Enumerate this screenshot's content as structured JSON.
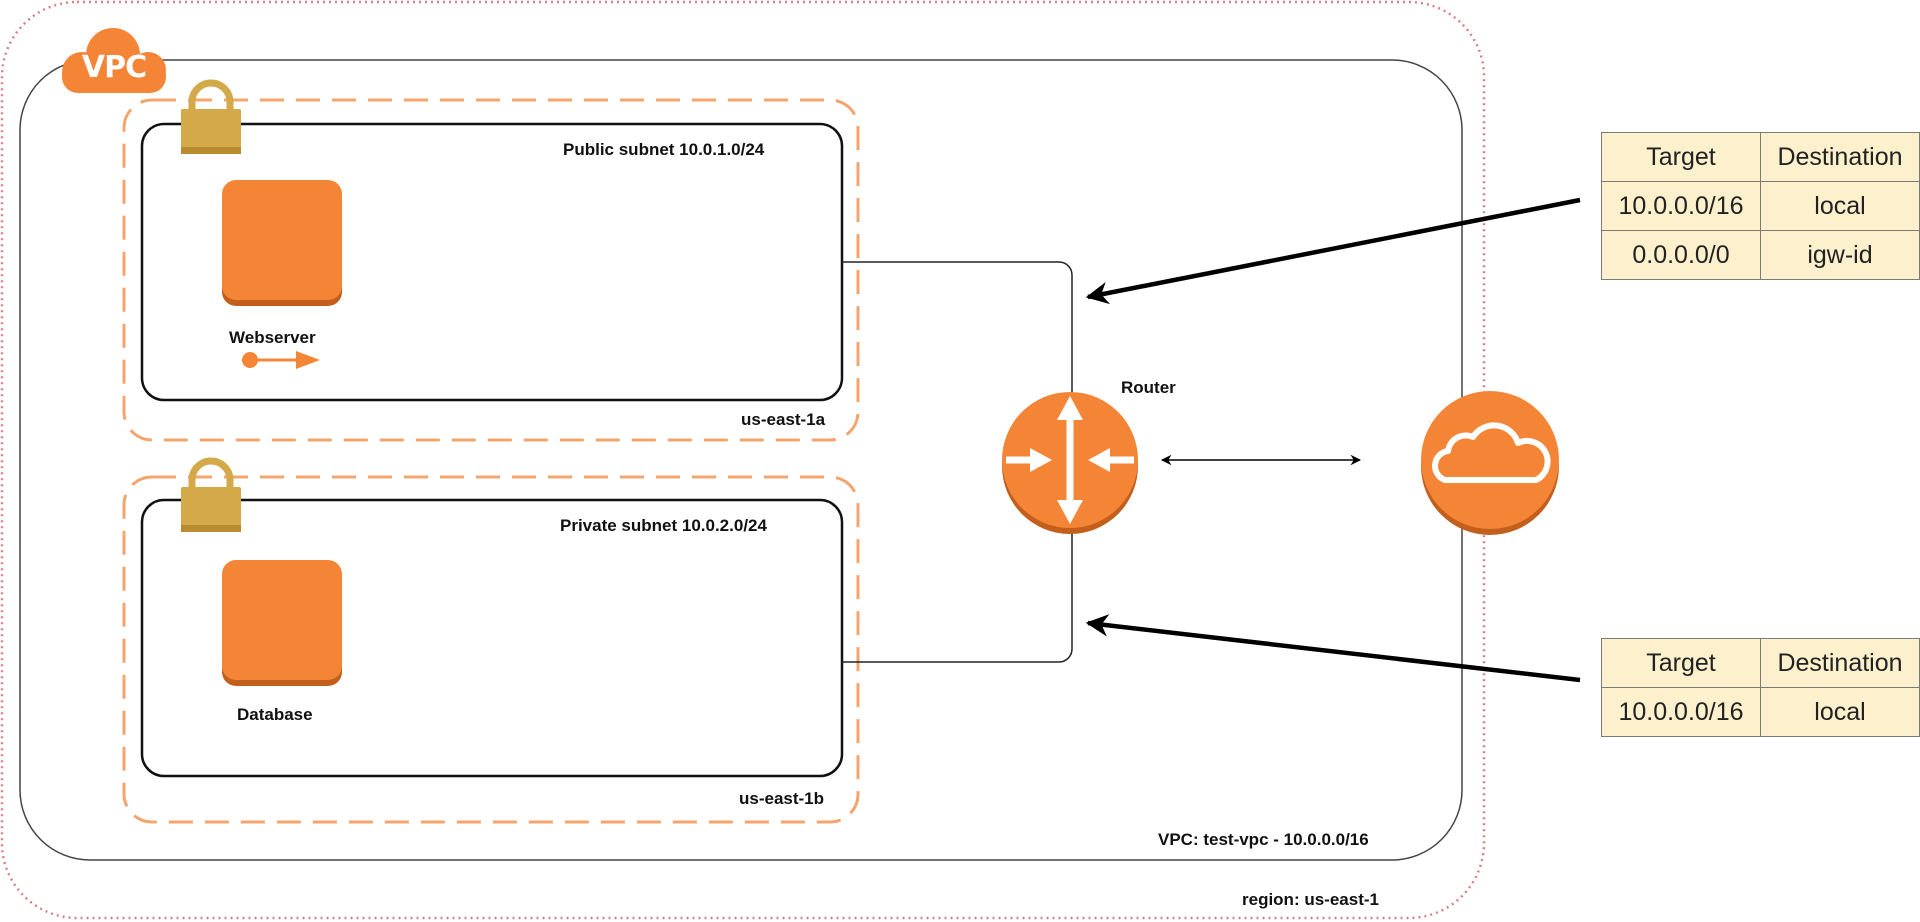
{
  "diagram": {
    "vpc_badge": "VPC",
    "region_label": "region: us-east-1",
    "vpc_label": "VPC: test-vpc - 10.0.0.0/16",
    "subnets": [
      {
        "title": "Public subnet 10.0.1.0/24",
        "az": "us-east-1a",
        "instance": "Webserver"
      },
      {
        "title": "Private subnet 10.0.2.0/24",
        "az": "us-east-1b",
        "instance": "Database"
      }
    ],
    "router_label": "Router",
    "route_tables": [
      {
        "headers": [
          "Target",
          "Destination"
        ],
        "rows": [
          [
            "10.0.0.0/16",
            "local"
          ],
          [
            "0.0.0.0/0",
            "igw-id"
          ]
        ]
      },
      {
        "headers": [
          "Target",
          "Destination"
        ],
        "rows": [
          [
            "10.0.0.0/16",
            "local"
          ]
        ]
      }
    ],
    "colors": {
      "aws_orange": "#f58536",
      "lock_gold": "#d4a94a",
      "region_border": "#d9828a",
      "subnet_dash": "#f4a46c",
      "table_fill": "#fdf0cd"
    }
  }
}
